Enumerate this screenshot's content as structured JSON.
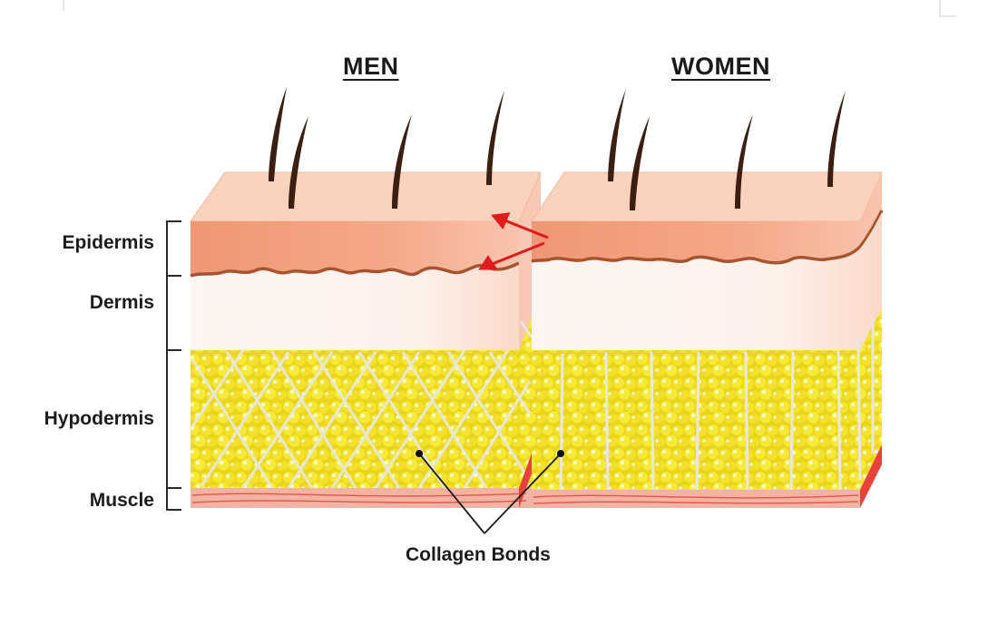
{
  "titles": {
    "men": "MEN",
    "women": "WOMEN"
  },
  "layers": {
    "epidermis": "Epidermis",
    "dermis": "Dermis",
    "hypodermis": "Hypodermis",
    "muscle": "Muscle"
  },
  "caption": "Collagen Bonds",
  "colors": {
    "epidermis": "#f4a582",
    "epidermis_edge": "#a0522d",
    "dermis": "#fdf3ee",
    "fat": "#f7e733",
    "fat_highlight": "#fff9b0",
    "collagen": "#e6e6e0",
    "muscle": "#e8453c",
    "hair": "#3b1f12",
    "arrow": "#e01b1b"
  },
  "icons": [
    "hair-strand-icon",
    "red-arrow-icon",
    "bracket-icon"
  ]
}
